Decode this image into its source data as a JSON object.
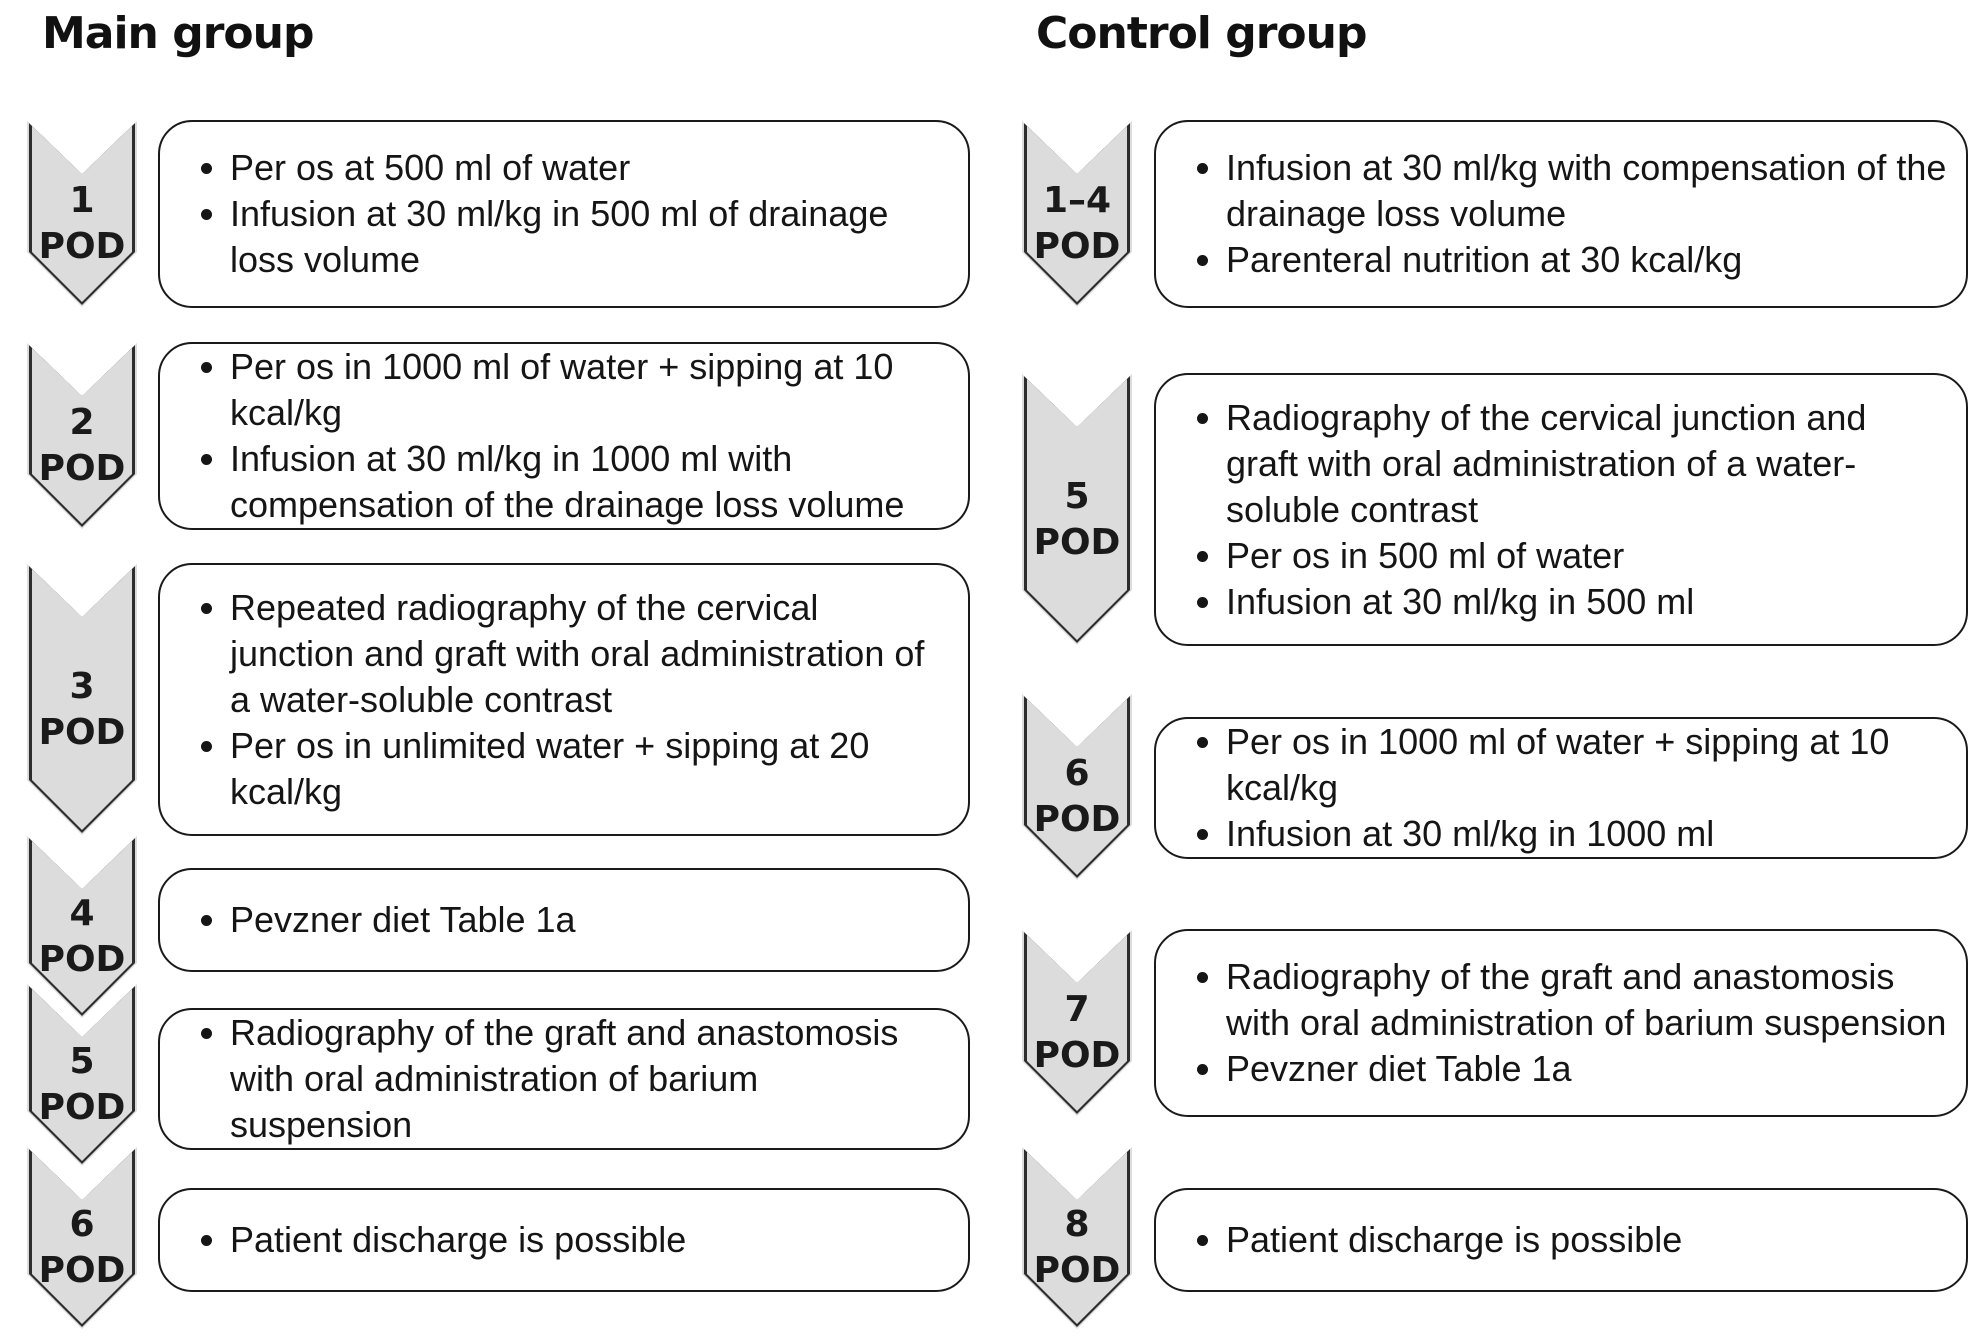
{
  "main_group": {
    "title": "Main group",
    "steps": [
      {
        "day": "1",
        "unit": "POD",
        "items": [
          "Per os at 500 ml of water",
          "Infusion at 30 ml/kg in 500 ml of drainage loss volume"
        ]
      },
      {
        "day": "2",
        "unit": "POD",
        "items": [
          "Per os in 1000 ml of water + sipping at 10 kcal/kg",
          "Infusion at 30 ml/kg in 1000 ml with compensation of the drainage loss volume"
        ]
      },
      {
        "day": "3",
        "unit": "POD",
        "items": [
          "Repeated radiography of the cervical junction and graft with oral administration of a water-soluble contrast",
          "Per os in unlimited water + sipping at 20 kcal/kg"
        ]
      },
      {
        "day": "4",
        "unit": "POD",
        "items": [
          "Pevzner diet Table 1a"
        ]
      },
      {
        "day": "5",
        "unit": "POD",
        "items": [
          "Radiography of the graft and anastomosis with oral administration of barium suspension"
        ]
      },
      {
        "day": "6",
        "unit": "POD",
        "items": [
          "Patient discharge is possible"
        ]
      }
    ]
  },
  "control_group": {
    "title": "Control group",
    "steps": [
      {
        "day": "1–4",
        "unit": "POD",
        "items": [
          "Infusion at 30 ml/kg with compensation of the drainage loss volume",
          "Parenteral nutrition at 30 kcal/kg"
        ]
      },
      {
        "day": "5",
        "unit": "POD",
        "items": [
          "Radiography of the cervical junction and graft with oral administration of a water-soluble contrast",
          "Per os in 500 ml of water",
          "Infusion at 30 ml/kg in 500 ml"
        ]
      },
      {
        "day": "6",
        "unit": "POD",
        "items": [
          "Per os in 1000 ml of water + sipping at 10 kcal/kg",
          "Infusion at 30 ml/kg in 1000 ml"
        ]
      },
      {
        "day": "7",
        "unit": "POD",
        "items": [
          "Radiography of the graft and anastomosis with oral administration of barium suspension",
          "Pevzner diet Table 1a"
        ]
      },
      {
        "day": "8",
        "unit": "POD",
        "items": [
          "Patient discharge is possible"
        ]
      }
    ]
  }
}
